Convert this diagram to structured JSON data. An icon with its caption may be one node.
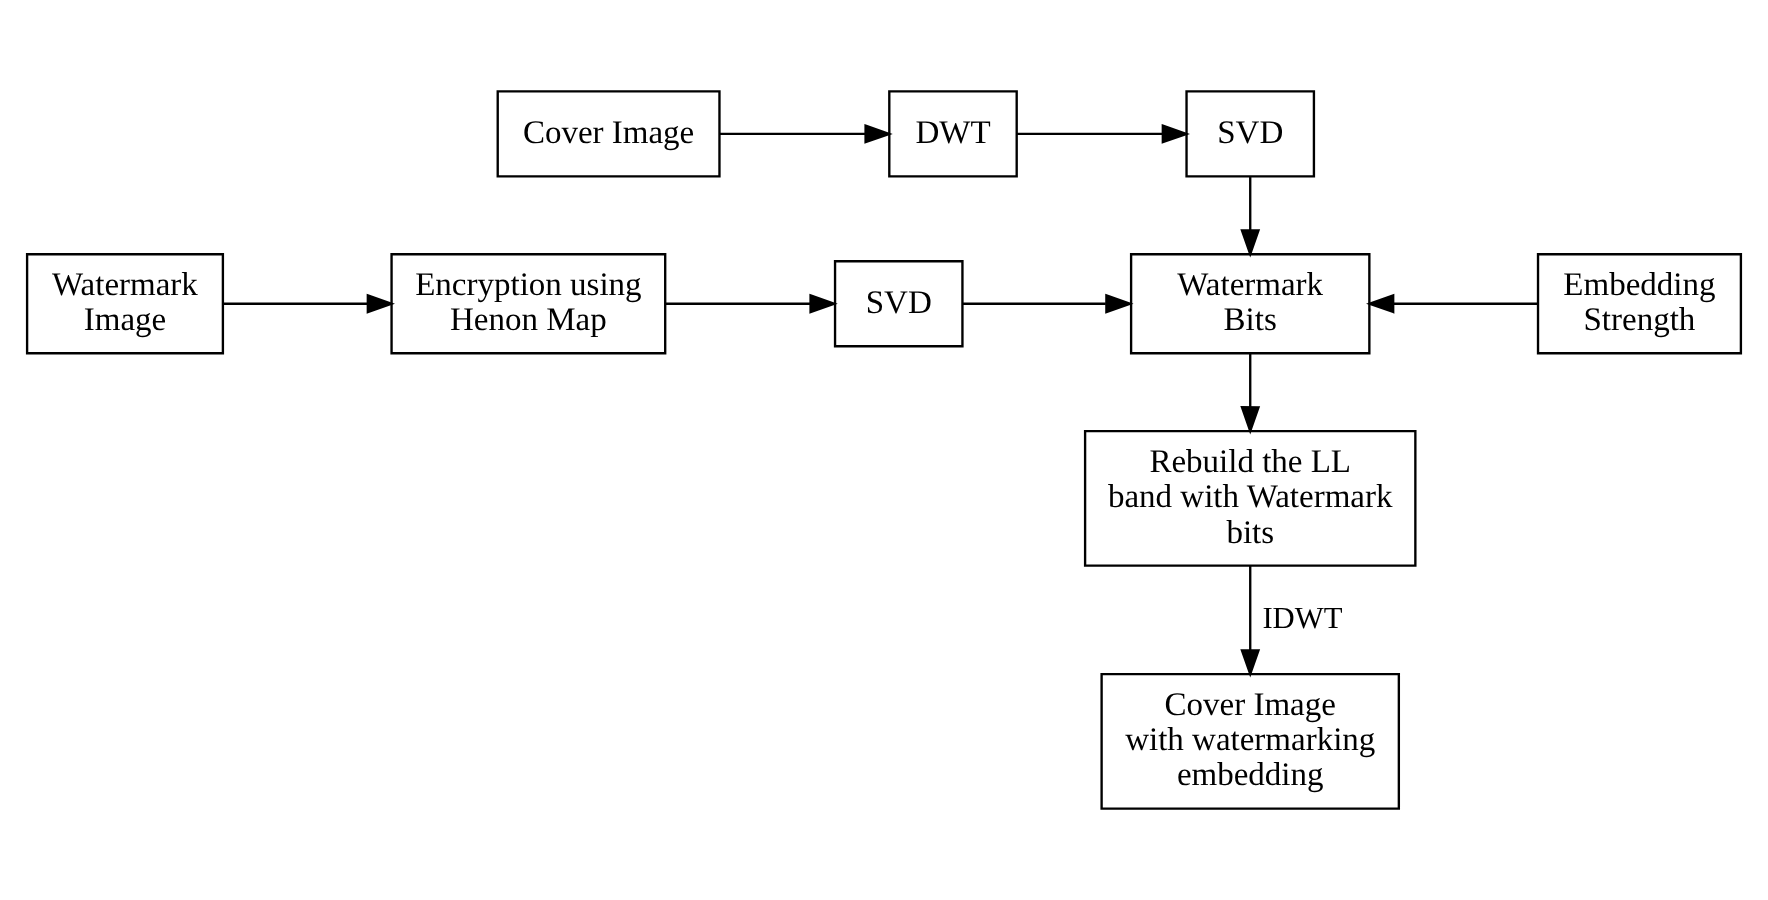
{
  "diagram": {
    "nodes": [
      {
        "text": [
          "Cover Image"
        ]
      },
      {
        "text": [
          "DWT"
        ]
      },
      {
        "text": [
          "SVD"
        ]
      },
      {
        "text": [
          "Watermark Image"
        ]
      },
      {
        "text": [
          "Encryption using Henon Map"
        ]
      },
      {
        "text": [
          "SVD"
        ]
      },
      {
        "text": [
          "Watermark Bits"
        ]
      },
      {
        "text": [
          "Embedding Strength"
        ]
      },
      {
        "text": [
          "Rebuild the LL band with Watermark bits"
        ]
      },
      {
        "text": [
          "Cover Image with watermarking embedding"
        ]
      }
    ],
    "edges": [
      {
        "from": 0,
        "to": 1,
        "arrow": "to"
      },
      {
        "from": 1,
        "to": 2,
        "arrow": "to"
      },
      {
        "from": 2,
        "to": 6,
        "arrow": "to"
      },
      {
        "from": 3,
        "to": 4,
        "arrow": "to"
      },
      {
        "from": 4,
        "to": 5,
        "arrow": "to"
      },
      {
        "from": 5,
        "to": 6,
        "arrow": "to"
      },
      {
        "from": 7,
        "to": 6,
        "arrow": "to"
      },
      {
        "from": 6,
        "to": 8,
        "arrow": "to"
      },
      {
        "from": 8,
        "to": 9,
        "arrow": "to",
        "label": "IDWT"
      }
    ]
  }
}
